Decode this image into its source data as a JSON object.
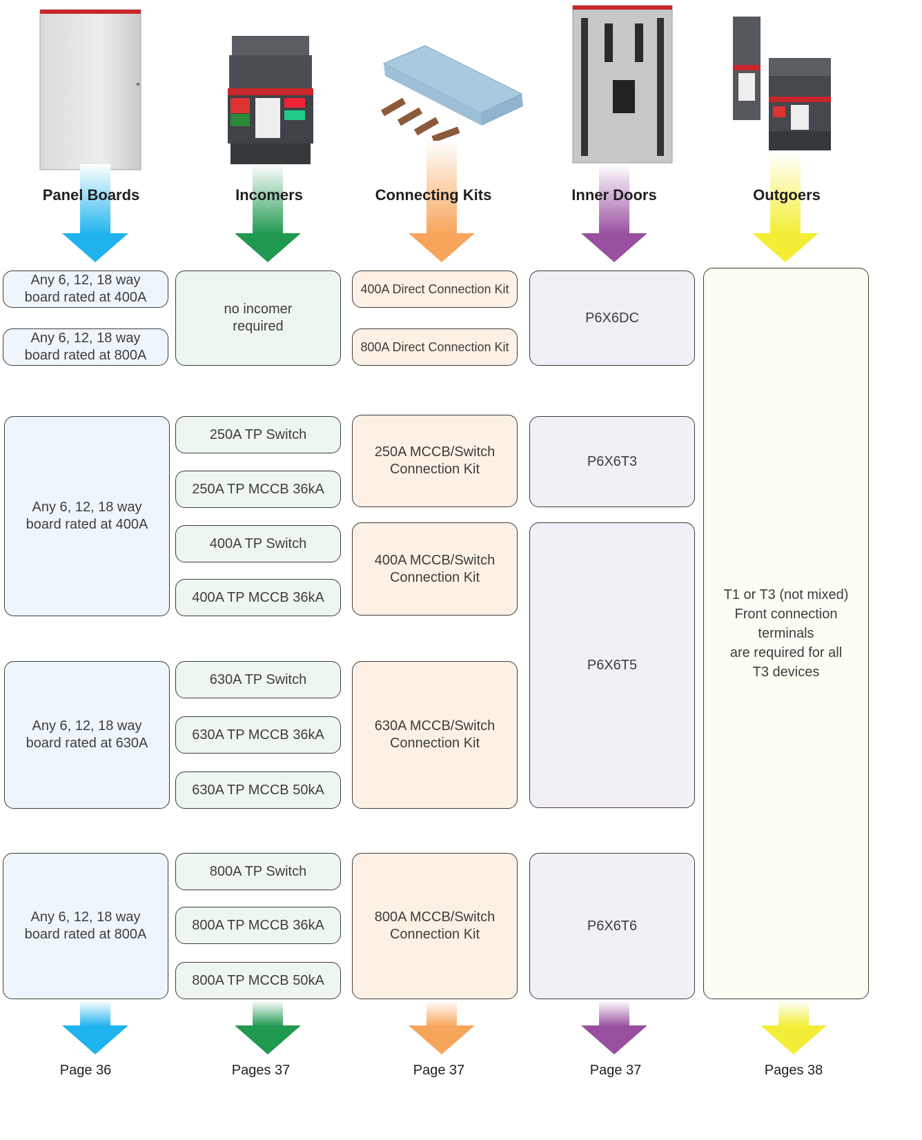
{
  "columns": [
    {
      "title": "Panel Boards",
      "page": "Page 36",
      "color": "#1fb3ee"
    },
    {
      "title": "Incomers",
      "page": "Pages 37",
      "color": "#1f9850"
    },
    {
      "title": "Connecting Kits",
      "page": "Page 37",
      "color": "#f8a55c"
    },
    {
      "title": "Inner Doors",
      "page": "Page 37",
      "color": "#994f9f"
    },
    {
      "title": "Outgoers",
      "page": "Pages 38",
      "color": "#f3ee35"
    }
  ],
  "panel_boards": [
    "Any 6, 12, 18 way\nboard rated at 400A",
    "Any 6, 12, 18 way\nboard rated at 800A",
    "Any 6, 12, 18 way\nboard rated at 400A",
    "Any 6, 12, 18 way\nboard rated at 630A",
    "Any 6, 12, 18 way\nboard rated at 800A"
  ],
  "incomers": [
    "no incomer\nrequired",
    "250A TP Switch",
    "250A TP MCCB 36kA",
    "400A TP Switch",
    "400A TP MCCB 36kA",
    "630A TP Switch",
    "630A TP MCCB 36kA",
    "630A TP MCCB 50kA",
    "800A TP Switch",
    "800A TP MCCB 36kA",
    "800A TP MCCB 50kA"
  ],
  "connecting_kits": [
    "400A Direct Connection Kit",
    "800A Direct Connection Kit",
    "250A MCCB/Switch\nConnection Kit",
    "400A MCCB/Switch\nConnection Kit",
    "630A MCCB/Switch\nConnection Kit",
    "800A MCCB/Switch\nConnection Kit"
  ],
  "inner_doors": [
    "P6X6DC",
    "P6X6T3",
    "P6X6T5",
    "P6X6T6"
  ],
  "outgoers": {
    "note": "T1 or T3 (not mixed)\nFront connection\nterminals\nare required for all\nT3 devices"
  }
}
